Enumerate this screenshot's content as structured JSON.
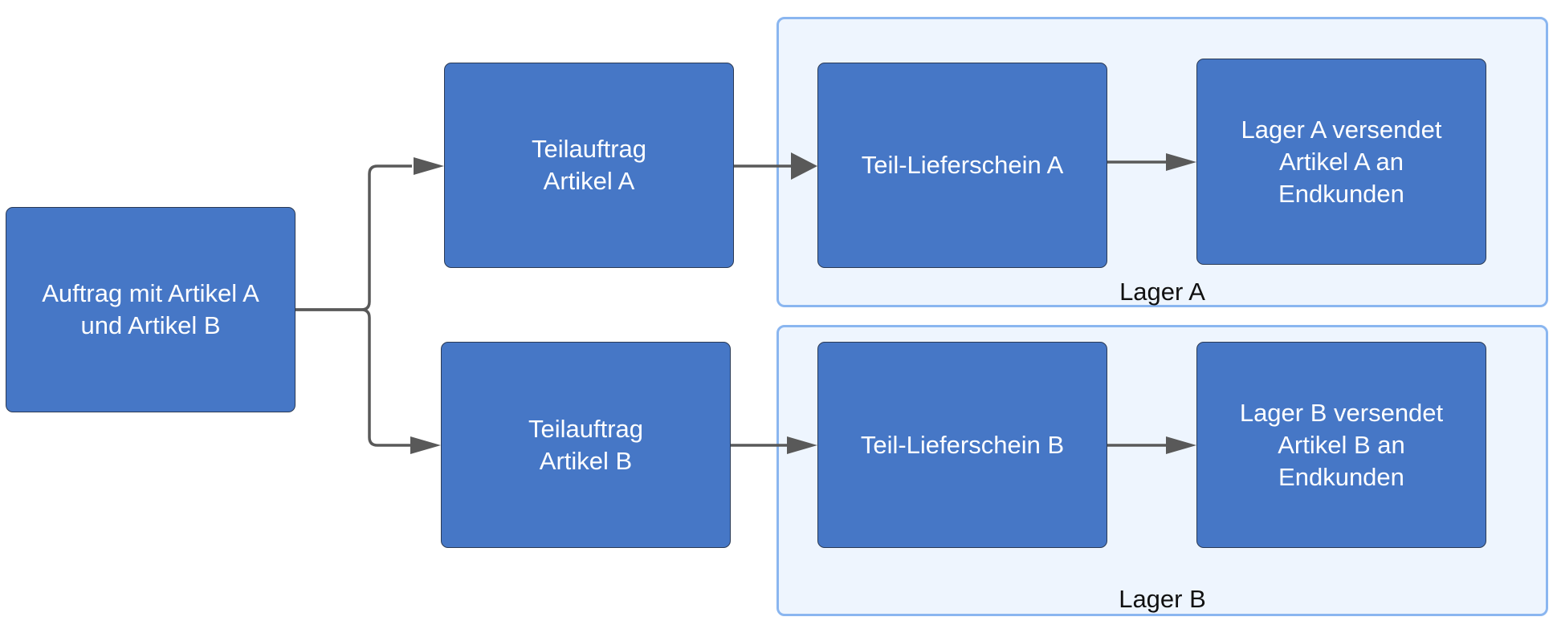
{
  "colors": {
    "node_fill": "#4677c6",
    "node_border": "#2a3a55",
    "node_text": "#ffffff",
    "group_fill": "#eef5fe",
    "group_border": "#8ab6f0",
    "connector": "#595959"
  },
  "nodes": {
    "order": "Auftrag mit Artikel A\nund Artikel B",
    "sub_order_a": "Teilauftrag\nArtikel A",
    "sub_order_b": "Teilauftrag\nArtikel B",
    "delivery_note_a": "Teil-Lieferschein A",
    "delivery_note_b": "Teil-Lieferschein B",
    "ship_a": "Lager A versendet\nArtikel A an\nEndkunden",
    "ship_b": "Lager B versendet\nArtikel B an\nEndkunden"
  },
  "groups": {
    "warehouse_a": "Lager A",
    "warehouse_b": "Lager B"
  },
  "edges": [
    {
      "from": "order",
      "to": "sub_order_a"
    },
    {
      "from": "order",
      "to": "sub_order_b"
    },
    {
      "from": "sub_order_a",
      "to": "delivery_note_a"
    },
    {
      "from": "sub_order_b",
      "to": "delivery_note_b"
    },
    {
      "from": "delivery_note_a",
      "to": "ship_a"
    },
    {
      "from": "delivery_note_b",
      "to": "ship_b"
    }
  ]
}
